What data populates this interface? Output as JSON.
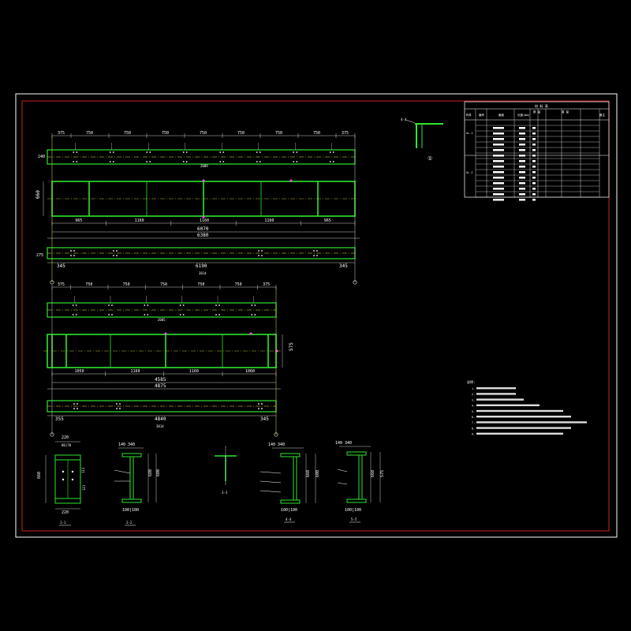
{
  "colors": {
    "background": "#000000",
    "outer_frame": "#ffffff",
    "inner_frame": "#cc2222",
    "member": "#2ee62e",
    "line": "#ffffff",
    "centerline": "#e6e63a",
    "dim": "#cccccc",
    "marker": "#ff4dff"
  },
  "beam1": {
    "top_dims": [
      "375",
      "750",
      "750",
      "750",
      "750",
      "750",
      "750",
      "750",
      "375"
    ],
    "elev_dims": [
      "965",
      "1160",
      "1160",
      "1160",
      "965"
    ],
    "overall_1": "6070",
    "overall_2": "6380",
    "bottom_dims": [
      "345",
      "6190",
      "345"
    ],
    "left_labels": [
      "240",
      "275"
    ],
    "elev_height": "660",
    "label_top": "2009",
    "label_bottom": "3814"
  },
  "beam2": {
    "top_dims": [
      "375",
      "750",
      "750",
      "750",
      "750",
      "750",
      "375"
    ],
    "elev_dims": [
      "1050",
      "1160",
      "1160",
      "1060"
    ],
    "overall_1": "4585",
    "overall_2": "4875",
    "bottom_dims": [
      "355",
      "4840",
      "345"
    ],
    "elev_height": "575",
    "label_top": "2005",
    "label_bottom": "3814"
  },
  "sections": [
    {
      "id": "s1",
      "label": "1-1",
      "top": "220",
      "top2": "80|70",
      "height": "660",
      "right": [
        "111",
        "121"
      ],
      "bottom": "220"
    },
    {
      "id": "s2",
      "label": "2-2",
      "top": "140  340",
      "height": "680",
      "side": "600",
      "bottom": "100|100"
    },
    {
      "id": "s3",
      "label": "3-3"
    },
    {
      "id": "s4",
      "label": "4-4",
      "top": "140  340",
      "height": "660",
      "side": "600",
      "bottom": "100|100"
    },
    {
      "id": "s5",
      "label": "5-5",
      "top": "140  340",
      "height": "660",
      "side": "575",
      "bottom": "100|100"
    }
  ],
  "detail_label": "①",
  "table": {
    "title": "材 料 表",
    "headers": [
      "构件",
      "编号",
      "截面",
      "长度(mm)",
      "数 量",
      "重 量",
      "备注"
    ],
    "subheaders": [
      "正",
      "反",
      "单重(kg)",
      "共重(kg)",
      "总重(kg)"
    ],
    "groups": [
      "GL-1",
      "GL-2"
    ]
  },
  "notes": {
    "title": "说明:",
    "items": [
      "1.",
      "2.",
      "3.",
      "4.",
      "5.",
      "6.",
      "7.",
      "8.",
      "9."
    ]
  }
}
